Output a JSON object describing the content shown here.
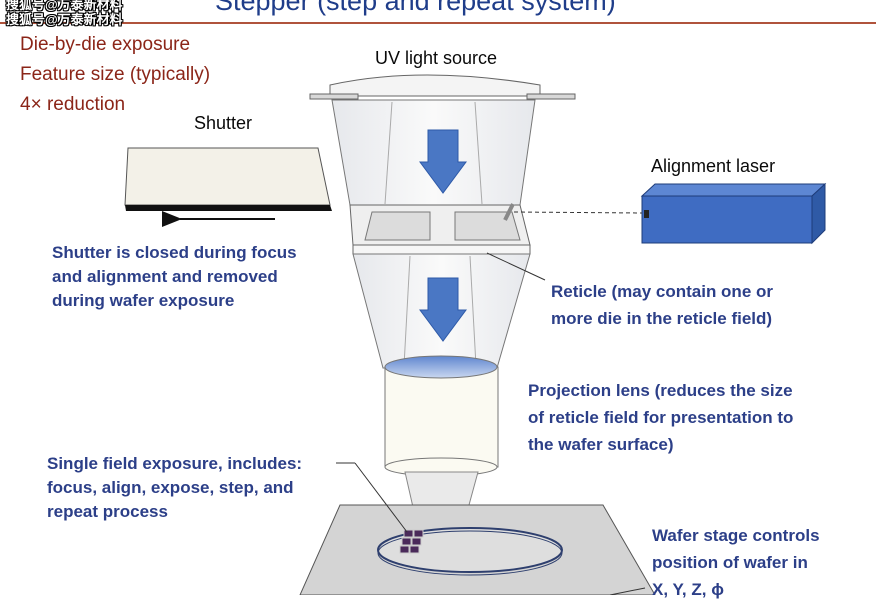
{
  "watermark": {
    "line1": "搜狐号@万泰新材料",
    "line2": "搜狐号@万泰新材料"
  },
  "title": "Stepper (step and repeat system)",
  "features": [
    "Die-by-die exposure",
    "Feature size (typically)",
    "4× reduction"
  ],
  "labels": {
    "uv_source": "UV light source",
    "shutter": "Shutter",
    "alignment_laser": "Alignment laser"
  },
  "notes": {
    "shutter": [
      "Shutter is closed during focus",
      "and alignment and removed",
      "during wafer exposure"
    ],
    "reticle": [
      "Reticle (may contain one or",
      "more die in the reticle field)"
    ],
    "lens": [
      "Projection lens (reduces the size",
      "of reticle field for presentation to",
      "the wafer surface)"
    ],
    "single_field": [
      "Single field exposure, includes:",
      "focus, align, expose, step, and",
      "repeat process"
    ],
    "wafer_stage": [
      "Wafer stage controls",
      "position of wafer in",
      "X, Y, Z, ϕ"
    ]
  },
  "colors": {
    "title": "#1f3d8a",
    "feature_text": "#8b2518",
    "note_text": "#2c3f88",
    "arrow": "#4a77c4",
    "laser": "#3f6cc2"
  }
}
